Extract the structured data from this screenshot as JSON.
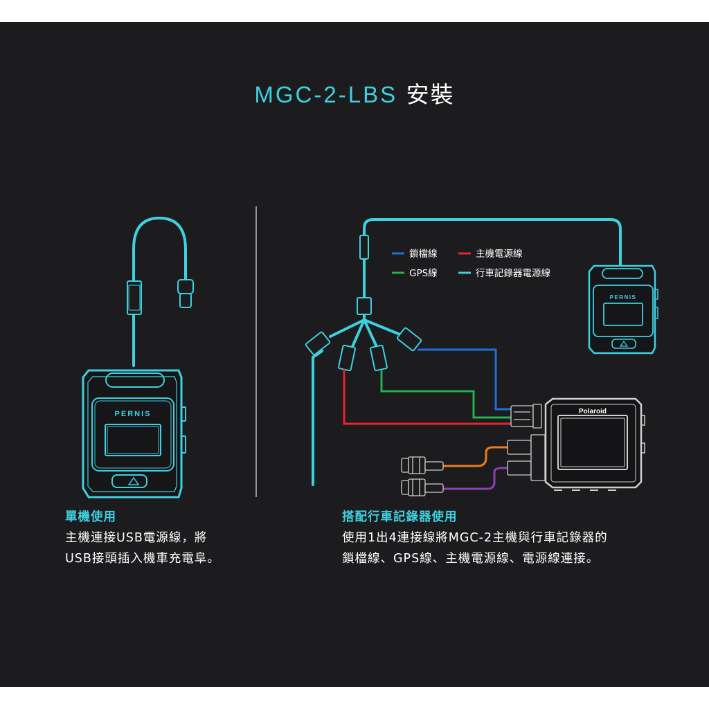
{
  "title": {
    "model": "MGC-2-LBS",
    "suffix": "安裝"
  },
  "legend": [
    {
      "label": "鎖檔線",
      "color": "#1e6fd9"
    },
    {
      "label": "主機電源線",
      "color": "#e8232d"
    },
    {
      "label": "GPS線",
      "color": "#22b14c"
    },
    {
      "label": "行車記錄器電源線",
      "color": "#3fd0e0"
    }
  ],
  "devices": {
    "unit_brand_large": "PERNIS",
    "unit_brand_small": "PERNIS",
    "recorder_brand": "Polaroid"
  },
  "colors": {
    "accent": "#3fd0e0",
    "background": "#1c1c1e",
    "orange_wire": "#f07a1e",
    "purple_wire": "#8e3fb8"
  },
  "left_caption": {
    "heading": "單機使用",
    "line1": "主機連接USB電源線，將",
    "line2": "USB接頭插入機車充電阜。"
  },
  "right_caption": {
    "heading": "搭配行車記錄器使用",
    "line1": "使用1出4連接線將MGC-2主機與行車記錄器的",
    "line2": "鎖檔線、GPS線、主機電源線、電源線連接。"
  }
}
